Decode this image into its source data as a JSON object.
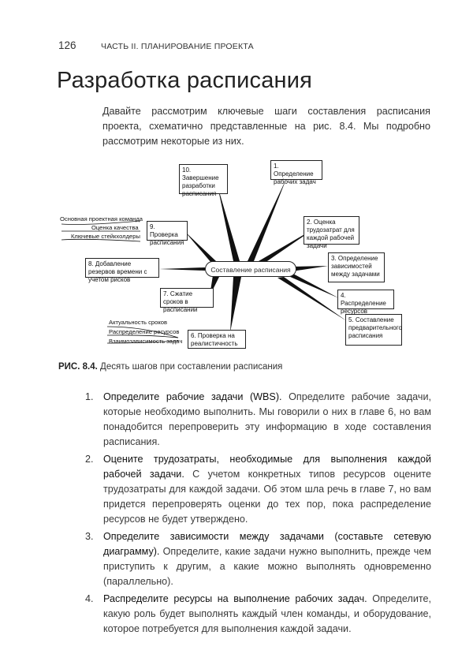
{
  "header": {
    "page_number": "126",
    "part_title": "ЧАСТЬ II. ПЛАНИРОВАНИЕ ПРОЕКТА"
  },
  "section_title": "Разработка расписания",
  "intro": "Давайте рассмотрим ключевые шаги составления расписания проекта, схематично представленные на рис. 8.4. Мы подробно рассмотрим некоторые из них.",
  "diagram": {
    "center": "Составление расписания",
    "boxes": {
      "b1": "1. Определение рабочих задач",
      "b2": "2. Оценка трудозатрат для каждой рабочей задачи",
      "b3": "3. Определение зависимостей между задачами",
      "b4": "4. Распределение ресурсов",
      "b5": "5. Составление предварительного расписания",
      "b6": "6. Проверка на реалистичность",
      "b7": "7. Сжатие сроков в расписании",
      "b8": "8. Добавление резервов времени с учетом рисков",
      "b9": "9. Проверка расписания",
      "b10": "10. Завершение разработки расписания"
    },
    "b9_sub": [
      "Основная проектная команда",
      "Оценка качества",
      "Ключевые стейкхолдеры"
    ],
    "b6_sub": [
      "Актуальность сроков",
      "Распределение ресурсов",
      "Взаимозависимость задач"
    ]
  },
  "figure_caption": {
    "label": "РИС. 8.4.",
    "text": "Десять шагов при составлении расписания"
  },
  "steps": [
    {
      "num": "1.",
      "lead": "Определите рабочие задачи (WBS).",
      "text": " Определите рабочие задачи, которые необходимо выполнить. Мы говорили о них в главе 6, но вам понадобится перепроверить эту информацию в ходе составления расписания."
    },
    {
      "num": "2.",
      "lead": "Оцените трудозатраты, необходимые для выполнения каждой рабочей задачи.",
      "text": " С учетом конкретных типов ресурсов оцените трудозатраты для каждой задачи. Об этом шла речь в главе 7, но вам придется перепроверять оценки до тех пор, пока распределение ресурсов не будет утверждено."
    },
    {
      "num": "3.",
      "lead": "Определите зависимости между задачами (составьте сетевую диаграмму).",
      "text": " Определите, какие задачи нужно выполнить, прежде чем приступить к другим, а какие можно выполнять одновременно (параллельно)."
    },
    {
      "num": "4.",
      "lead": "Распределите ресурсы на выполнение рабочих задач.",
      "text": " Определите, какую роль будет выполнять каждый член команды, и оборудование, которое потребуется для выполнения каждой задачи."
    }
  ]
}
